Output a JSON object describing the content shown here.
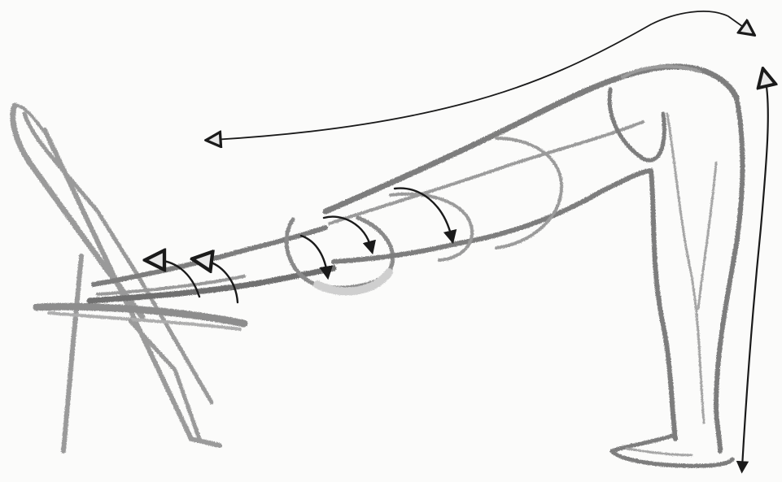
{
  "image": {
    "kind": "pencil-sketch",
    "paper_color": "#fbfbfa",
    "graphite_color": "#7d7d7d",
    "ink_color": "#1a1a1a"
  },
  "figure": {
    "parts": [
      "chair",
      "arms",
      "head",
      "torso",
      "pelvis",
      "legs",
      "feet"
    ],
    "arrows": [
      "spine-extension-arrow",
      "heel-ground-arrow",
      "rotation-arrow"
    ]
  }
}
